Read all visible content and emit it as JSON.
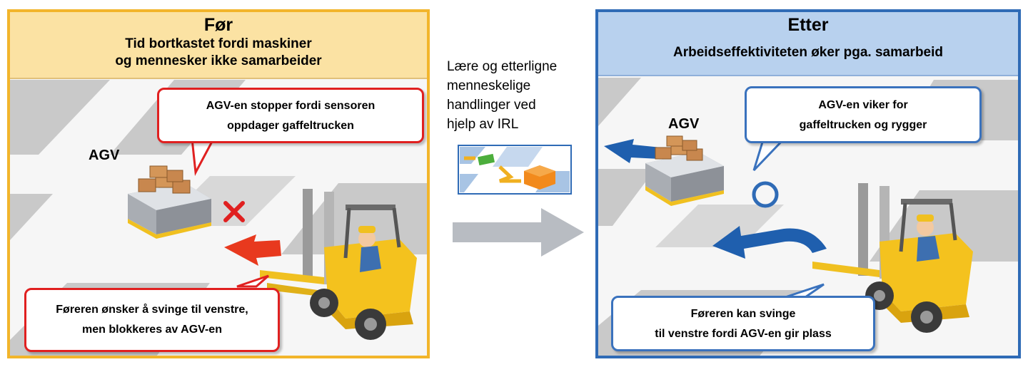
{
  "before": {
    "title": "Før",
    "subtitle_line1": "Tid bortkastet fordi maskiner",
    "subtitle_line2": "og mennesker ikke samarbeider",
    "bubble_top_line1": "AGV-en stopper fordi sensoren",
    "bubble_top_line2": "oppdager gaffeltrucken",
    "agv_label": "AGV",
    "bubble_bottom_line1": "Føreren ønsker å svinge til venstre,",
    "bubble_bottom_line2": "men blokkeres av AGV-en",
    "colors": {
      "border": "#f2b52b",
      "header": "#fbe2a3",
      "bubble": "#e02020",
      "arrow": "#e8391e"
    }
  },
  "middle": {
    "text_line1": "Lære og etterligne",
    "text_line2": "menneskelige",
    "text_line3": "handlinger ved",
    "text_line4": "hjelp av IRL"
  },
  "after": {
    "title": "Etter",
    "subtitle": "Arbeidseffektiviteten øker pga. samarbeid",
    "agv_label": "AGV",
    "bubble_top_line1": "AGV-en viker for",
    "bubble_top_line2": "gaffeltrucken og rygger",
    "bubble_bottom_line1": "Føreren kan svinge",
    "bubble_bottom_line2": "til venstre fordi AGV-en gir plass",
    "colors": {
      "border": "#2f6bb6",
      "header": "#b8d1ee",
      "bubble": "#3a72bd",
      "arrow": "#1f5fae"
    }
  }
}
